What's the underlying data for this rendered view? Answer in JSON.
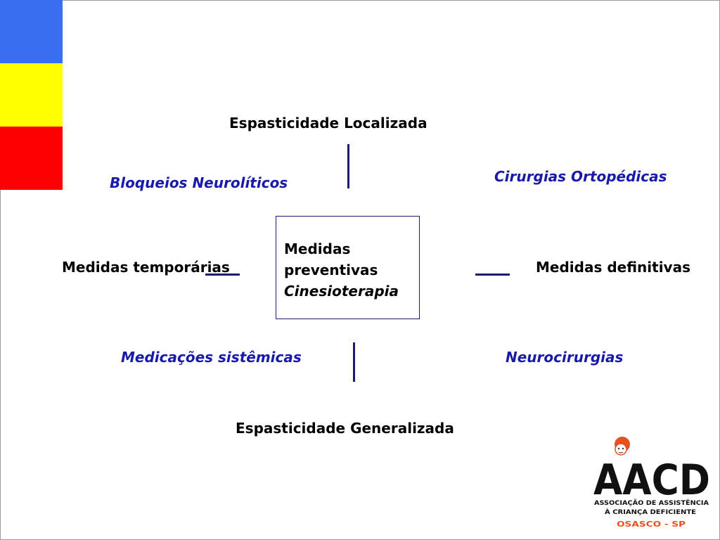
{
  "colors": {
    "bar_blue": "#3a6ef0",
    "bar_yellow": "#ffff00",
    "bar_red": "#ff0000",
    "label_blue": "#1a1aa8",
    "logo_orange": "#e8501e"
  },
  "diagram": {
    "top_label": "Espasticidade Localizada",
    "bottom_label": "Espasticidade Generalizada",
    "left_label": [
      "Medidas",
      "temporárias"
    ],
    "right_label": [
      "Medidas",
      "definitivas"
    ],
    "center": {
      "line1": "Medidas",
      "line2": "preventivas",
      "line3": "Cinesioterapia"
    },
    "top_left": [
      "Bloqueios",
      "Neurolíticos"
    ],
    "top_right": [
      "Cirurgias",
      "Ortopédicas"
    ],
    "bottom_left": [
      "Medicações",
      "sistêmicas"
    ],
    "bottom_right": "Neurocirurgias"
  },
  "logo": {
    "name": "AACD",
    "line1": "ASSOCIAÇÃO DE ASSISTÊNCIA",
    "line2": "À CRIANÇA DEFICIENTE",
    "location": "OSASCO - SP"
  }
}
